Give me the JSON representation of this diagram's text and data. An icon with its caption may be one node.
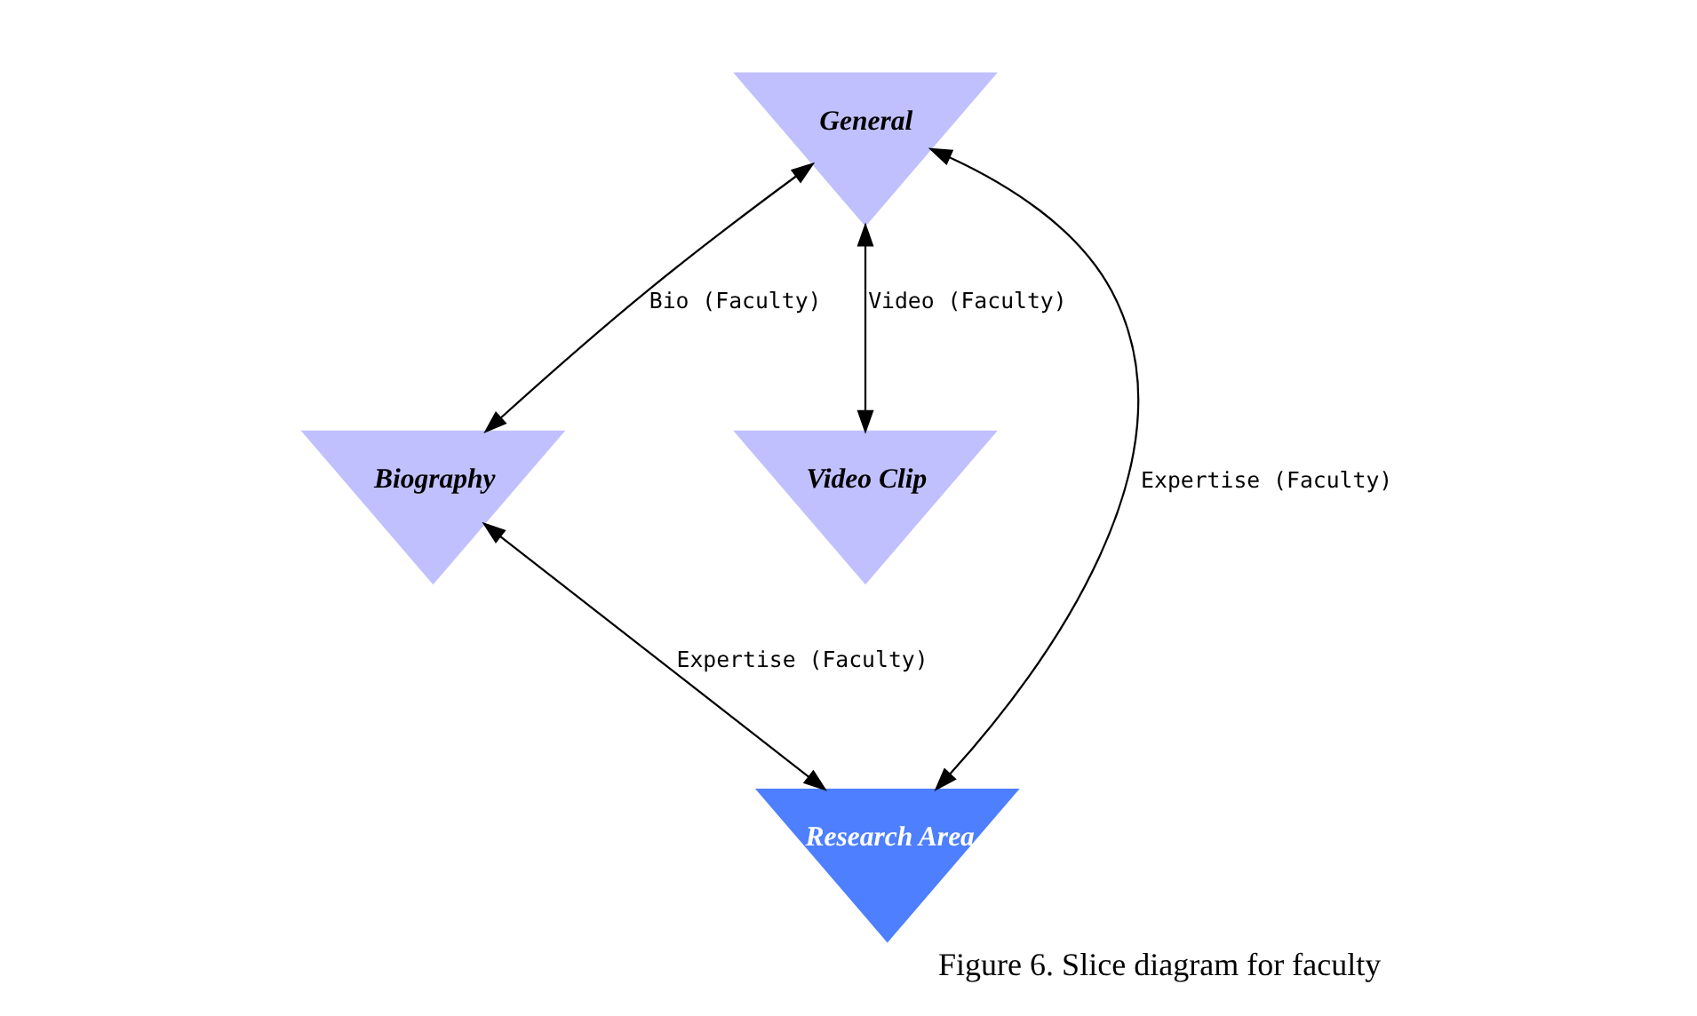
{
  "diagram": {
    "caption": "Figure 6. Slice diagram for faculty",
    "nodes": [
      {
        "text": [
          "General"
        ]
      },
      {
        "text": [
          "Biography"
        ]
      },
      {
        "text": [
          "Video Clip"
        ]
      },
      {
        "text": [
          "Research Area"
        ]
      }
    ],
    "edges": [
      {
        "from": 0,
        "to": 1,
        "arrow": "both",
        "label": "Bio (Faculty)"
      },
      {
        "from": 0,
        "to": 2,
        "arrow": "both",
        "label": "Video (Faculty)"
      },
      {
        "from": 0,
        "to": 3,
        "arrow": "both",
        "label": "Expertise (Faculty)"
      },
      {
        "from": 1,
        "to": 3,
        "arrow": "both",
        "label": "Expertise (Faculty)"
      }
    ]
  }
}
